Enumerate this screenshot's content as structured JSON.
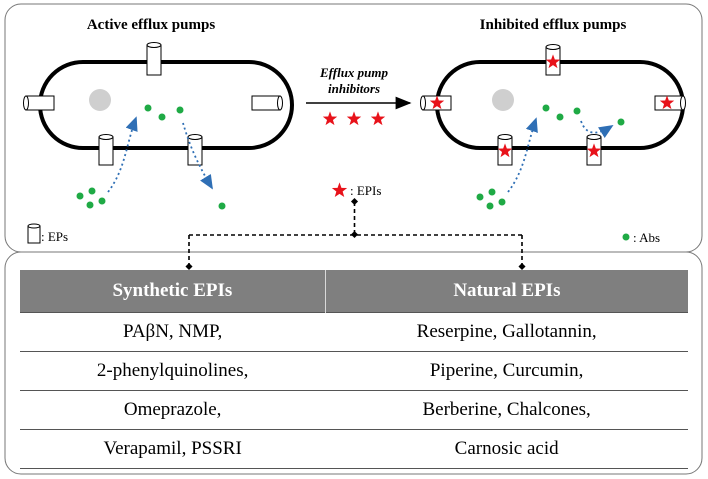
{
  "top_panel": {
    "left_title": "Active efflux pumps",
    "right_title": "Inhibited efflux pumps",
    "arrow_label_line1": "Efflux pump",
    "arrow_label_line2": "inhibitors",
    "epis_label": ": EPIs",
    "eps_label": ": EPs",
    "abs_label": ": Abs"
  },
  "colors": {
    "star": "#e8121a",
    "antibiotic": "#1faa45",
    "nucleoid": "#cfcfcf",
    "flow_arrow": "#2f6fb5",
    "table_header": "#7f7f7f"
  },
  "table": {
    "headers": [
      "Synthetic EPIs",
      "Natural EPIs"
    ],
    "rows": [
      [
        "PAβN, NMP,",
        "Reserpine, Gallotannin,"
      ],
      [
        "2-phenylquinolines,",
        "Piperine, Curcumin,"
      ],
      [
        "Omeprazole,",
        "Berberine, Chalcones,"
      ],
      [
        "Verapamil, PSSRI",
        "Carnosic acid"
      ]
    ]
  }
}
